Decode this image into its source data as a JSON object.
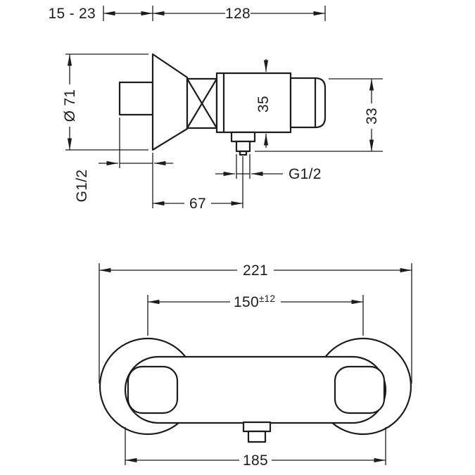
{
  "canvas": {
    "background": "#ffffff",
    "line_color": "#1c1c1c"
  },
  "side_view": {
    "wall_distance": "15 - 23",
    "depth": "128",
    "escutcheon_diameter": "Ø 71",
    "supply_thread": "G1/2",
    "body_height": "35",
    "outlet_offset": "33",
    "outlet_thread": "G1/2",
    "outlet_center_distance": "67"
  },
  "front_view": {
    "total_width": "221",
    "center_distance": "150",
    "center_distance_tolerance": "±12",
    "body_width": "185"
  }
}
